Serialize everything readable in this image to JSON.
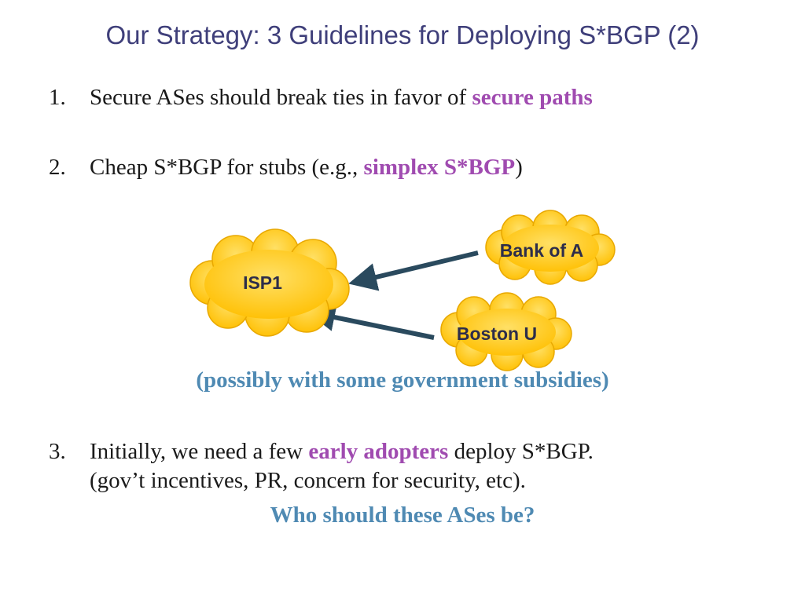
{
  "slide": {
    "title": "Our Strategy: 3 Guidelines for Deploying S*BGP (2)",
    "items": [
      {
        "number": "1.",
        "text_before": "Secure ASes should break ties in favor of ",
        "highlight": "secure paths",
        "text_after": ""
      },
      {
        "number": "2.",
        "text_before": "Cheap S*BGP for stubs (e.g., ",
        "highlight": "simplex S*BGP",
        "text_after": ")"
      },
      {
        "number": "3.",
        "text_before": "Initially, we need a few ",
        "highlight": "early adopters",
        "text_after": " deploy S*BGP."
      }
    ],
    "item3_continuation": "(gov’t incentives, PR, concern for security, etc).",
    "subsidy_note": "(possibly with some government subsidies)",
    "question": "Who should these ASes be?"
  },
  "diagram": {
    "clouds": {
      "isp1": "ISP1",
      "bank": "Bank of A",
      "boston": "Boston U"
    }
  },
  "colors": {
    "title": "#3f3f7a",
    "highlight": "#a04bb0",
    "note": "#4f8ab3",
    "cloud_fill": "#ffc21a",
    "cloud_stroke": "#e8a800",
    "arrow": "#2a4a5e"
  }
}
